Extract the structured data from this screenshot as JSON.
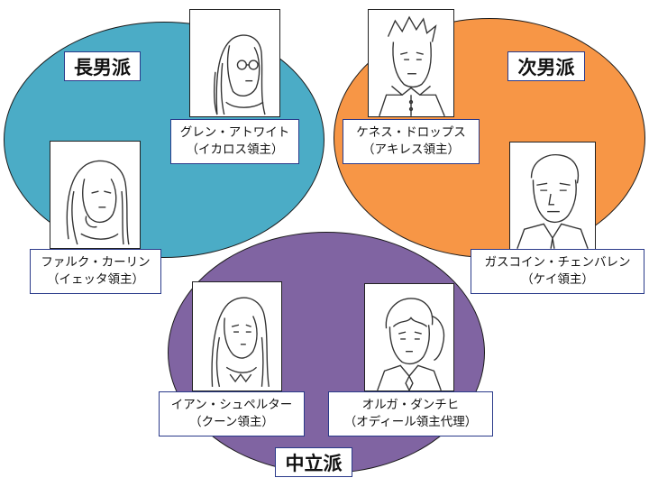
{
  "colors": {
    "eldest_faction": "#4bacc6",
    "second_faction": "#f79646",
    "neutral_faction": "#8064a2",
    "label_border": "#2a3a8a"
  },
  "factions": {
    "eldest": {
      "label": "長男派"
    },
    "second": {
      "label": "次男派"
    },
    "neutral": {
      "label": "中立派"
    }
  },
  "characters": {
    "glen": {
      "name": "グレン・アトワイト",
      "title": "（イカロス領主）",
      "icon": "portrait-sketch"
    },
    "kenneth": {
      "name": "ケネス・ドロップス",
      "title": "（アキレス領主）",
      "icon": "portrait-sketch"
    },
    "falk": {
      "name": "ファルク・カーリン",
      "title": "（イェッタ領主）",
      "icon": "portrait-sketch"
    },
    "gascoigne": {
      "name": "ガスコイン・チェンバレン",
      "title": "（ケイ領主）",
      "icon": "portrait-sketch"
    },
    "ian": {
      "name": "イアン・シュペルター",
      "title": "（クーン領主）",
      "icon": "portrait-sketch"
    },
    "olga": {
      "name": "オルガ・ダンチヒ",
      "title": "（オディール領主代理）",
      "icon": "portrait-sketch"
    }
  }
}
